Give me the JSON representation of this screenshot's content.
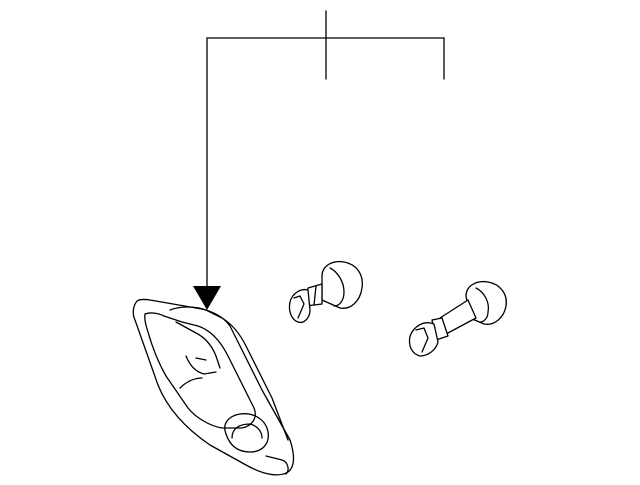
{
  "diagram": {
    "background_color": "#ffffff",
    "line_color": "#000000",
    "parts": [
      {
        "name": "lamp-assembly"
      },
      {
        "name": "bulb-small"
      },
      {
        "name": "bulb-long"
      }
    ]
  }
}
